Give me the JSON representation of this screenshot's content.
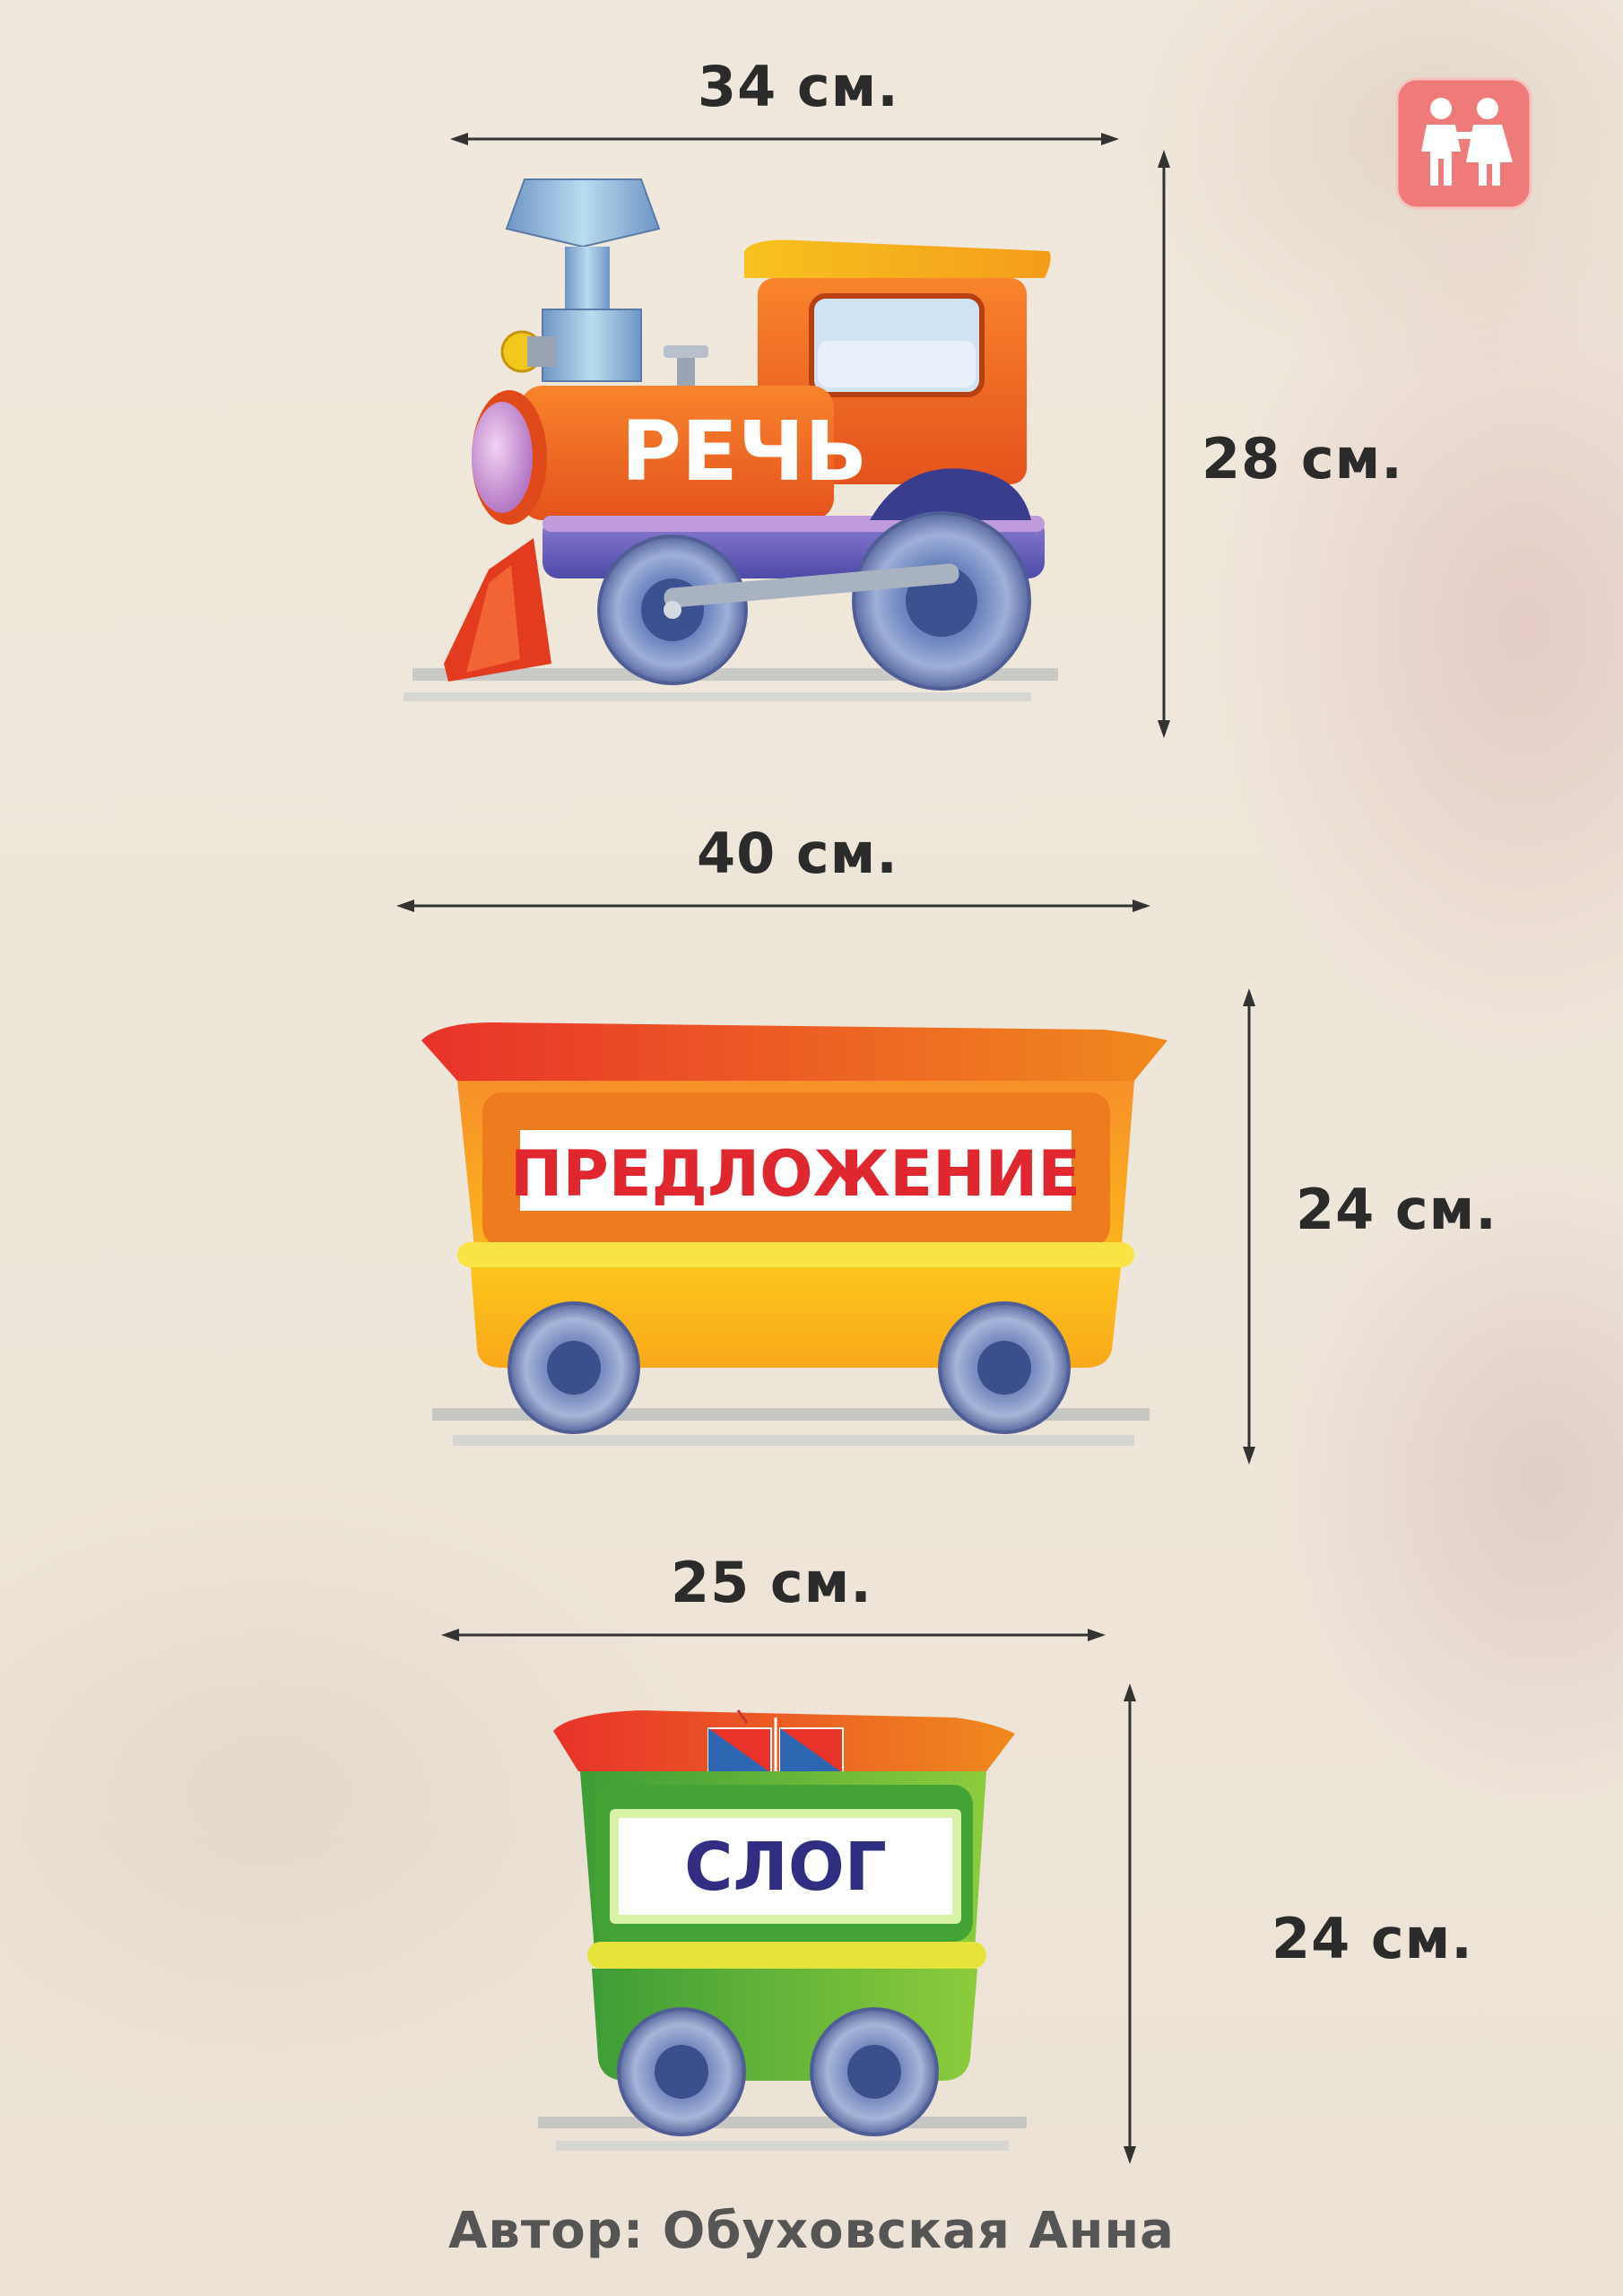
{
  "logo": {
    "icon": "kids-icon",
    "color": "#ee7b79"
  },
  "locomotive": {
    "label": "РЕЧЬ",
    "width_label": "34 см.",
    "height_label": "28 см."
  },
  "wagon_large": {
    "label": "ПРЕДЛОЖЕНИЕ",
    "width_label": "40 см.",
    "height_label": "24 см."
  },
  "wagon_small": {
    "label": "СЛОГ",
    "width_label": "25 см.",
    "height_label": "24 см."
  },
  "author": "Автор: Обуховская Анна",
  "colors": {
    "locomotive_body": "#f26a22",
    "wagon_large_body": "#f7a21b",
    "wagon_small_body": "#5fb83a",
    "roof_red": "#e8412a",
    "wheel": "#7f8fbf",
    "label_red": "#e0262e",
    "label_navy": "#2f2e82"
  }
}
